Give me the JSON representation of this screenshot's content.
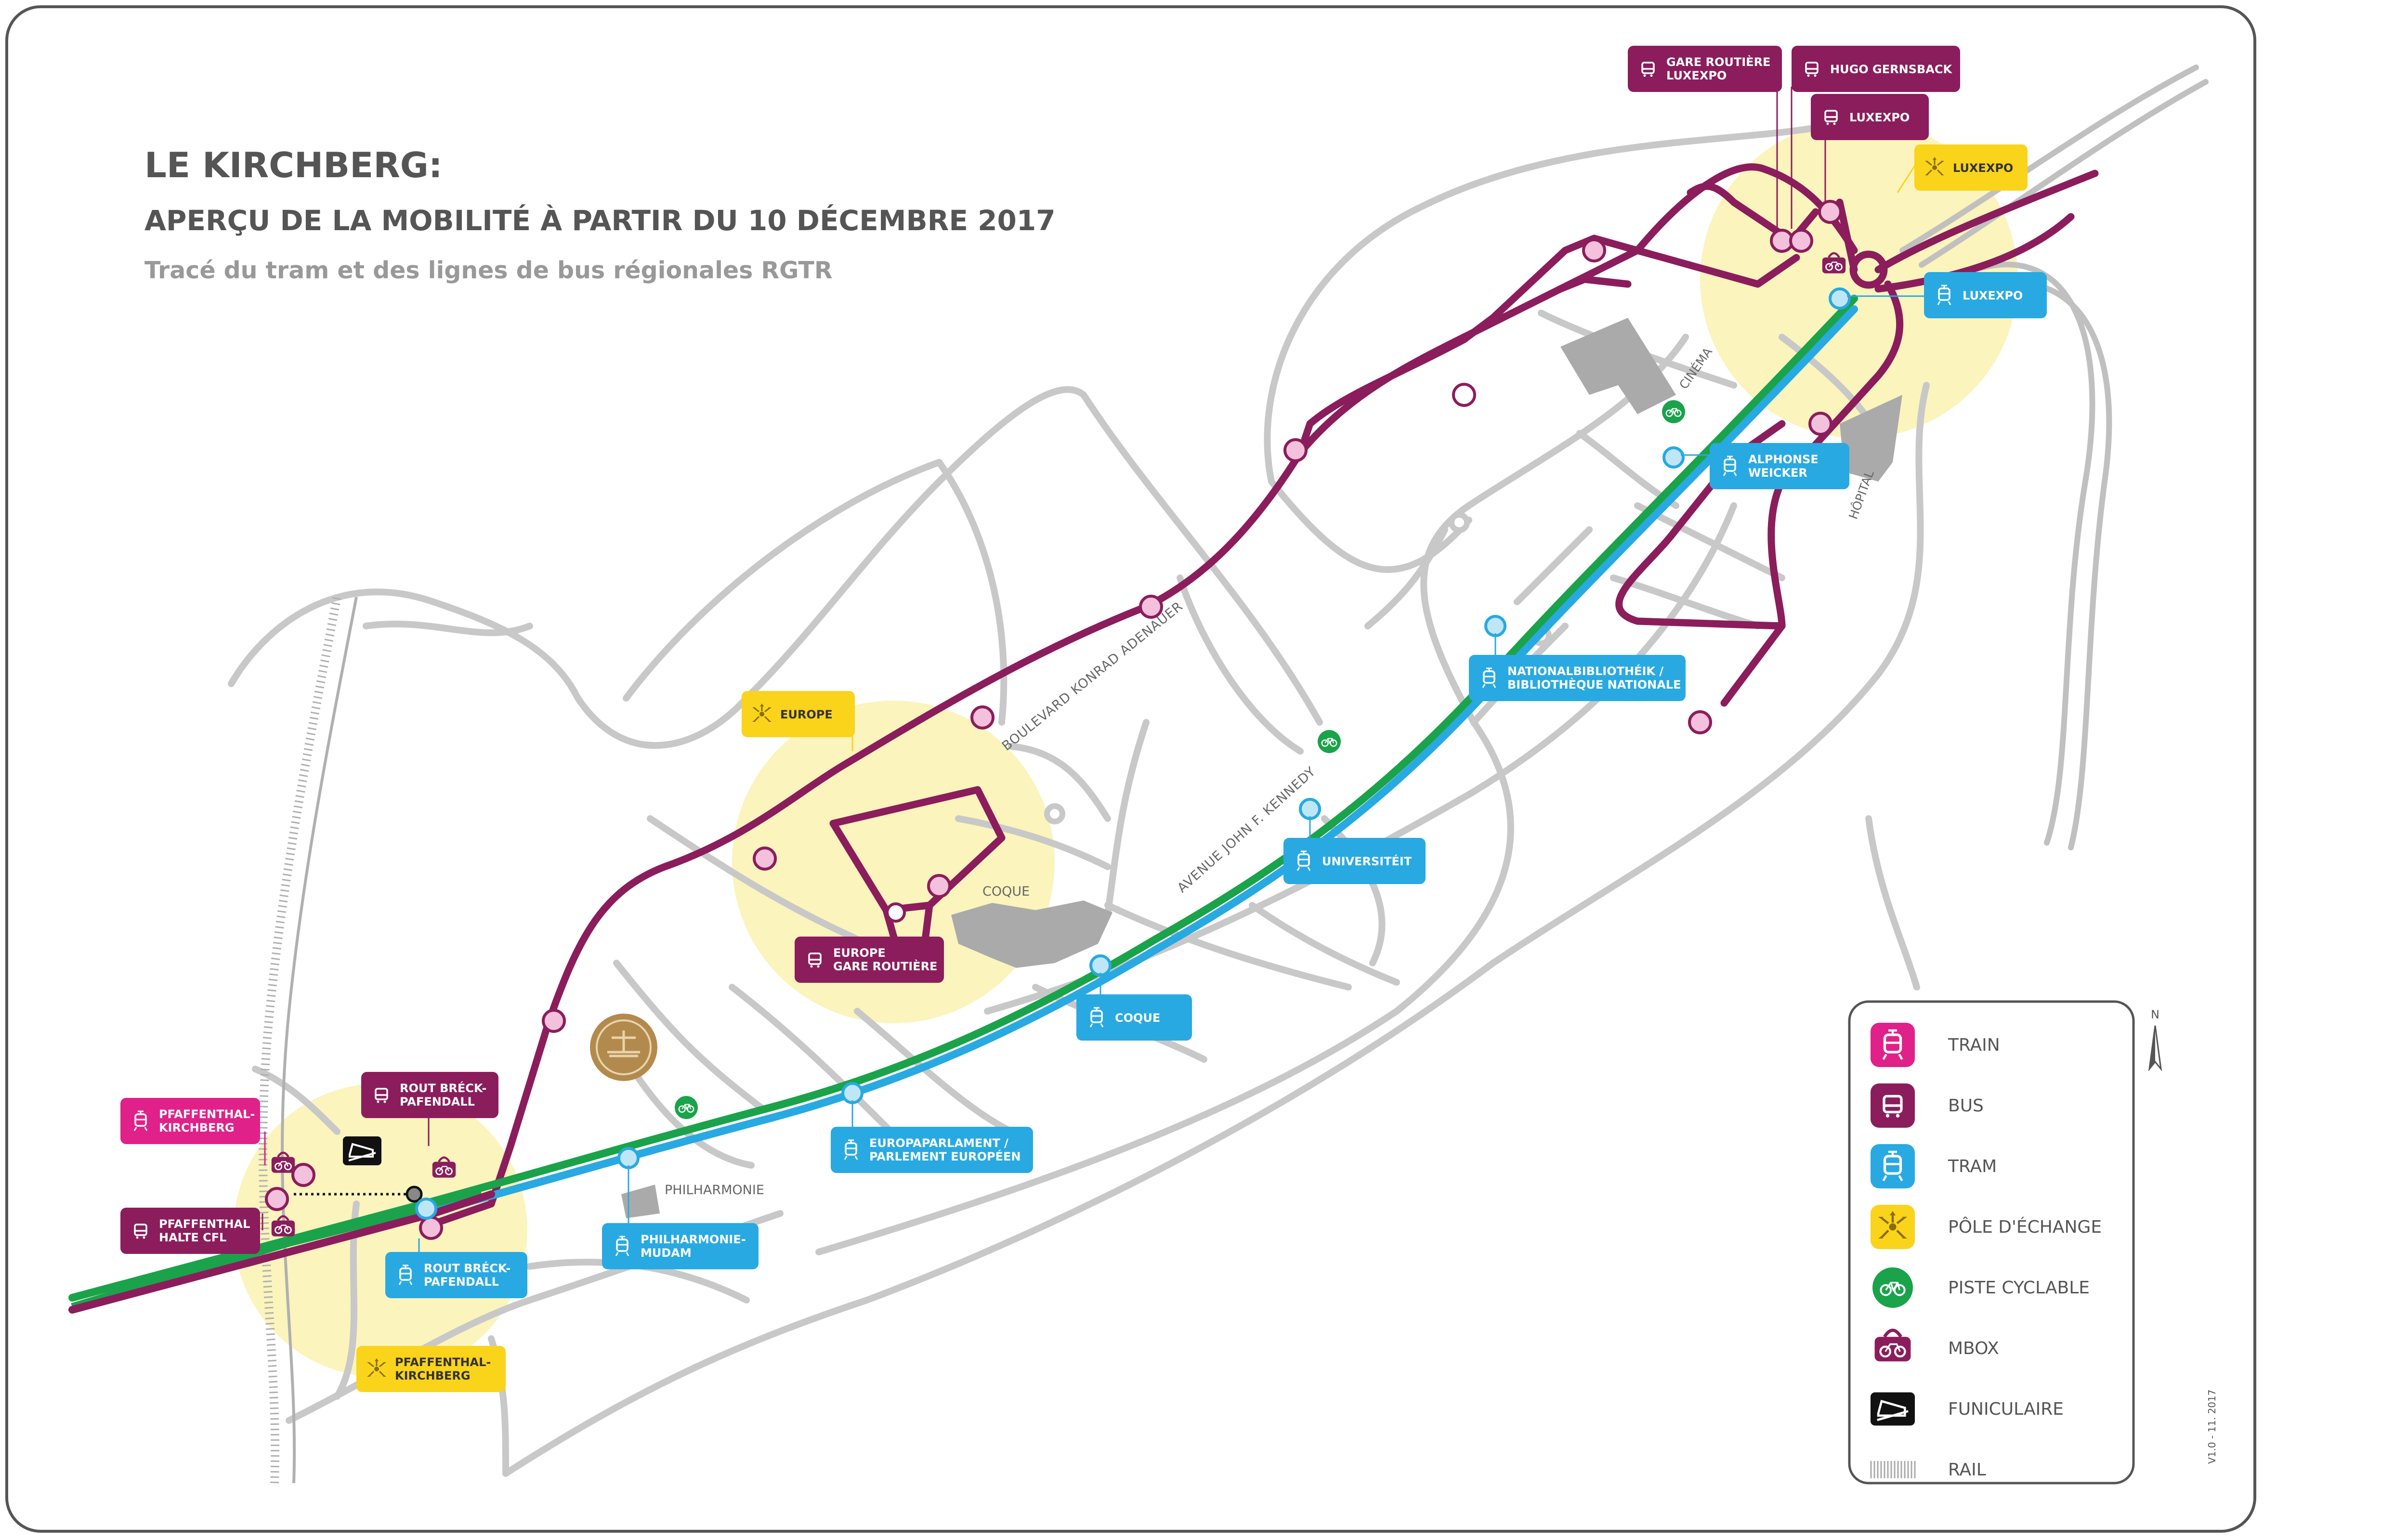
{
  "title": "LE KIRCHBERG:",
  "subtitle": "APERÇU DE LA MOBILITÉ À PARTIR DU 10 DÉCEMBRE 2017",
  "subtitle2": "Tracé du tram et des lignes de bus régionales RGTR",
  "version": "V1.0 - 11. 2017",
  "compass": "N",
  "colors": {
    "bus": "#8b1d5c",
    "tram": "#28a9e1",
    "train": "#e0218a",
    "pole": "#fad31b",
    "pole_area": "#faf0a6",
    "bike": "#1aa34a",
    "road": "#c8c8c8",
    "frame": "#555555"
  },
  "streets": {
    "kennedy": "AVENUE JOHN F. KENNEDY",
    "adenauer": "BOULEVARD KONRAD ADENAUER"
  },
  "places": {
    "coque": "COQUE",
    "philharmonie": "PHILHARMONIE",
    "cinema": "CINÉMA",
    "hopital": "HÔPITAL"
  },
  "labels": {
    "pfaffenthal_train": [
      "PFAFFENTHAL-",
      "KIRCHBERG"
    ],
    "pfaffenthal_bus": [
      "PFAFFENTHAL",
      "HALTE CFL"
    ],
    "rout_breck_bus": [
      "ROUT BRÉCK-",
      "PAFENDALL"
    ],
    "rout_breck_tram": [
      "ROUT BRÉCK-",
      "PAFENDALL"
    ],
    "pole_pfaffenthal": [
      "PFAFFENTHAL-",
      "KIRCHBERG"
    ],
    "philharmonie_tram": [
      "PHILHARMONIE-",
      "MUDAM"
    ],
    "europaparlament_tram": [
      "EUROPAPARLAMENT /",
      "PARLEMENT EUROPÉEN"
    ],
    "europe_bus": [
      "EUROPE",
      "GARE ROUTIÈRE"
    ],
    "pole_europe": "EUROPE",
    "coque_tram": "COQUE",
    "universiteit_tram": "UNIVERSITÉIT",
    "nationalbibliothek_tram": [
      "NATIONALBIBLIOTHÉIK /",
      "BIBLIOTHÈQUE NATIONALE"
    ],
    "alphonse_weicker_tram": [
      "ALPHONSE",
      "WEICKER"
    ],
    "luxexpo_tram": "LUXEXPO",
    "gare_routiere_luxexpo_bus": [
      "GARE ROUTIÈRE",
      "LUXEXPO"
    ],
    "hugo_gernsback_bus": "HUGO GERNSBACK",
    "luxexpo_bus": "LUXEXPO",
    "pole_luxexpo": "LUXEXPO"
  },
  "legend": [
    {
      "label": "TRAIN",
      "icon": "train-icon"
    },
    {
      "label": "BUS",
      "icon": "bus-icon"
    },
    {
      "label": "TRAM",
      "icon": "tram-icon"
    },
    {
      "label": "PÔLE D'ÉCHANGE",
      "icon": "exchange-hub-icon"
    },
    {
      "label": "PISTE CYCLABLE",
      "icon": "bicycle-icon"
    },
    {
      "label": "MBOX",
      "icon": "mbox-icon"
    },
    {
      "label": "FUNICULAIRE",
      "icon": "funicular-icon"
    },
    {
      "label": "RAIL",
      "icon": "rail-icon"
    }
  ]
}
